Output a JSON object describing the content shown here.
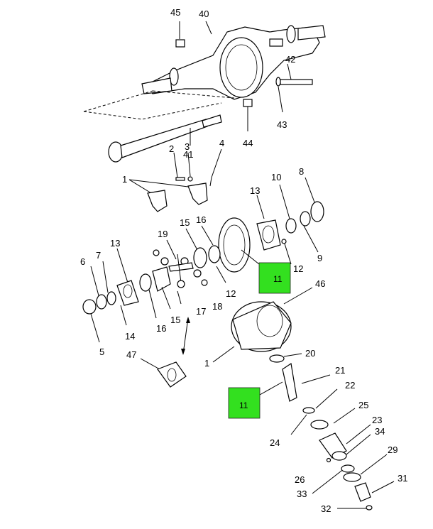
{
  "callouts": {
    "c45": "45",
    "c40": "40",
    "c42": "42",
    "c44": "44",
    "c43": "43",
    "c2": "2",
    "c3": "3",
    "c4": "4",
    "c41": "41",
    "c1a": "1",
    "c10": "10",
    "c8": "8",
    "c13a": "13",
    "c16a": "16",
    "c15a": "15",
    "c19": "19",
    "c12a": "12",
    "c9": "9",
    "c12b": "12",
    "c6": "6",
    "c7": "7",
    "c13b": "13",
    "c14": "14",
    "c5": "5",
    "c16b": "16",
    "c15b": "15",
    "c17": "17",
    "c18": "18",
    "c46": "46",
    "c1b": "1",
    "c20": "20",
    "c47": "47",
    "c21": "21",
    "c22": "22",
    "c25": "25",
    "c23": "23",
    "c34": "34",
    "c24": "24",
    "c29": "29",
    "c26": "26",
    "c33": "33",
    "c31": "31",
    "c32": "32"
  },
  "hotspots": {
    "h1": "11",
    "h2": "11"
  },
  "colors": {
    "hotspot": "#33e01f",
    "line": "#000000",
    "background": "#ffffff"
  }
}
